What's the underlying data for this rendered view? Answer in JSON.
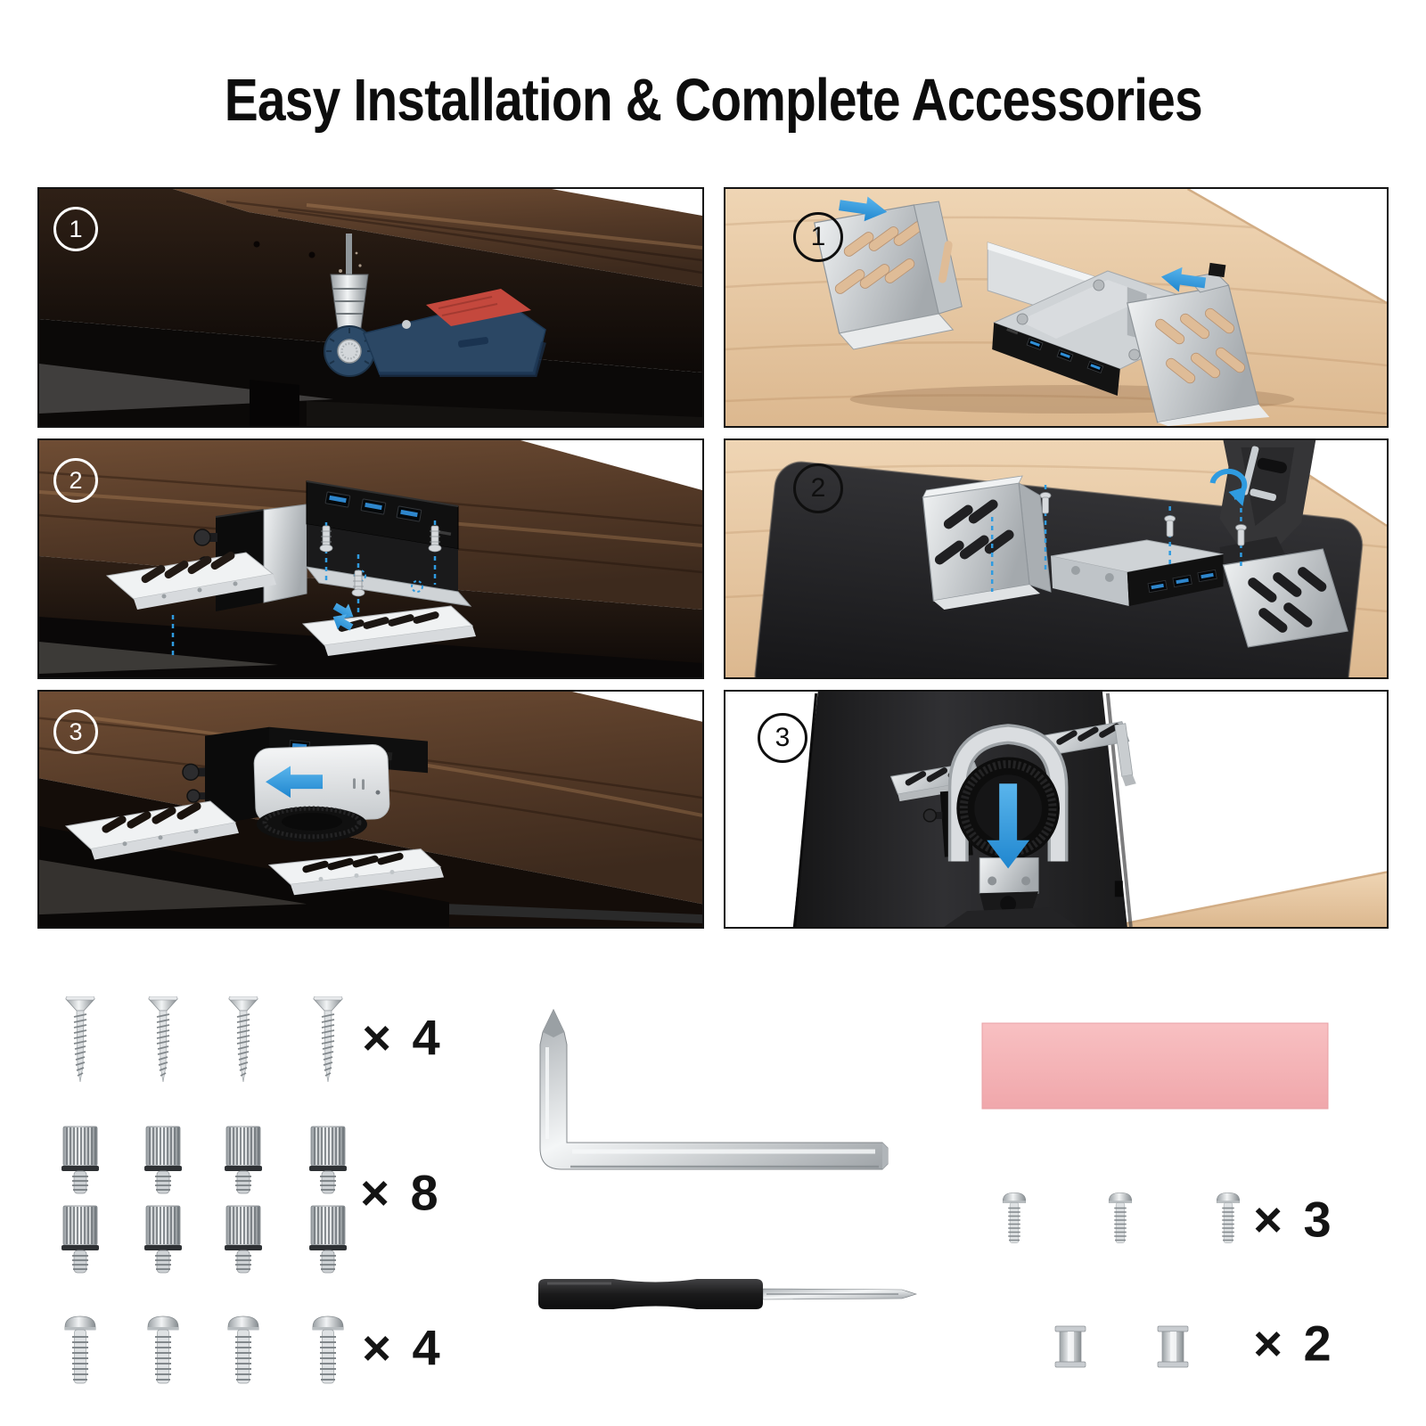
{
  "title": "Easy Installation & Complete Accessories",
  "steps": {
    "left": [
      {
        "number": "1",
        "scene": "drill-pilot-holes-under-desk"
      },
      {
        "number": "2",
        "scene": "screw-dock-mount-under-desk"
      },
      {
        "number": "3",
        "scene": "slide-mini-pc-into-under-desk-mount"
      }
    ],
    "right": [
      {
        "number": "1",
        "scene": "slide-side-brackets-onto-dock"
      },
      {
        "number": "2",
        "scene": "mount-dock-to-monitor-stand"
      },
      {
        "number": "3",
        "scene": "slide-mini-pc-into-monitor-mount"
      }
    ]
  },
  "accessories": {
    "countersunk_screws": {
      "count_label": "× 4"
    },
    "thumb_screws": {
      "count_label": "× 8"
    },
    "pan_head_screws": {
      "count_label": "× 4"
    },
    "monitor_screws": {
      "count_label": "× 3"
    },
    "spacers": {
      "count_label": "× 2"
    }
  },
  "colors": {
    "accent_blue": "#2f9be0",
    "thermal_pad_pink": "#f5b5b8"
  }
}
